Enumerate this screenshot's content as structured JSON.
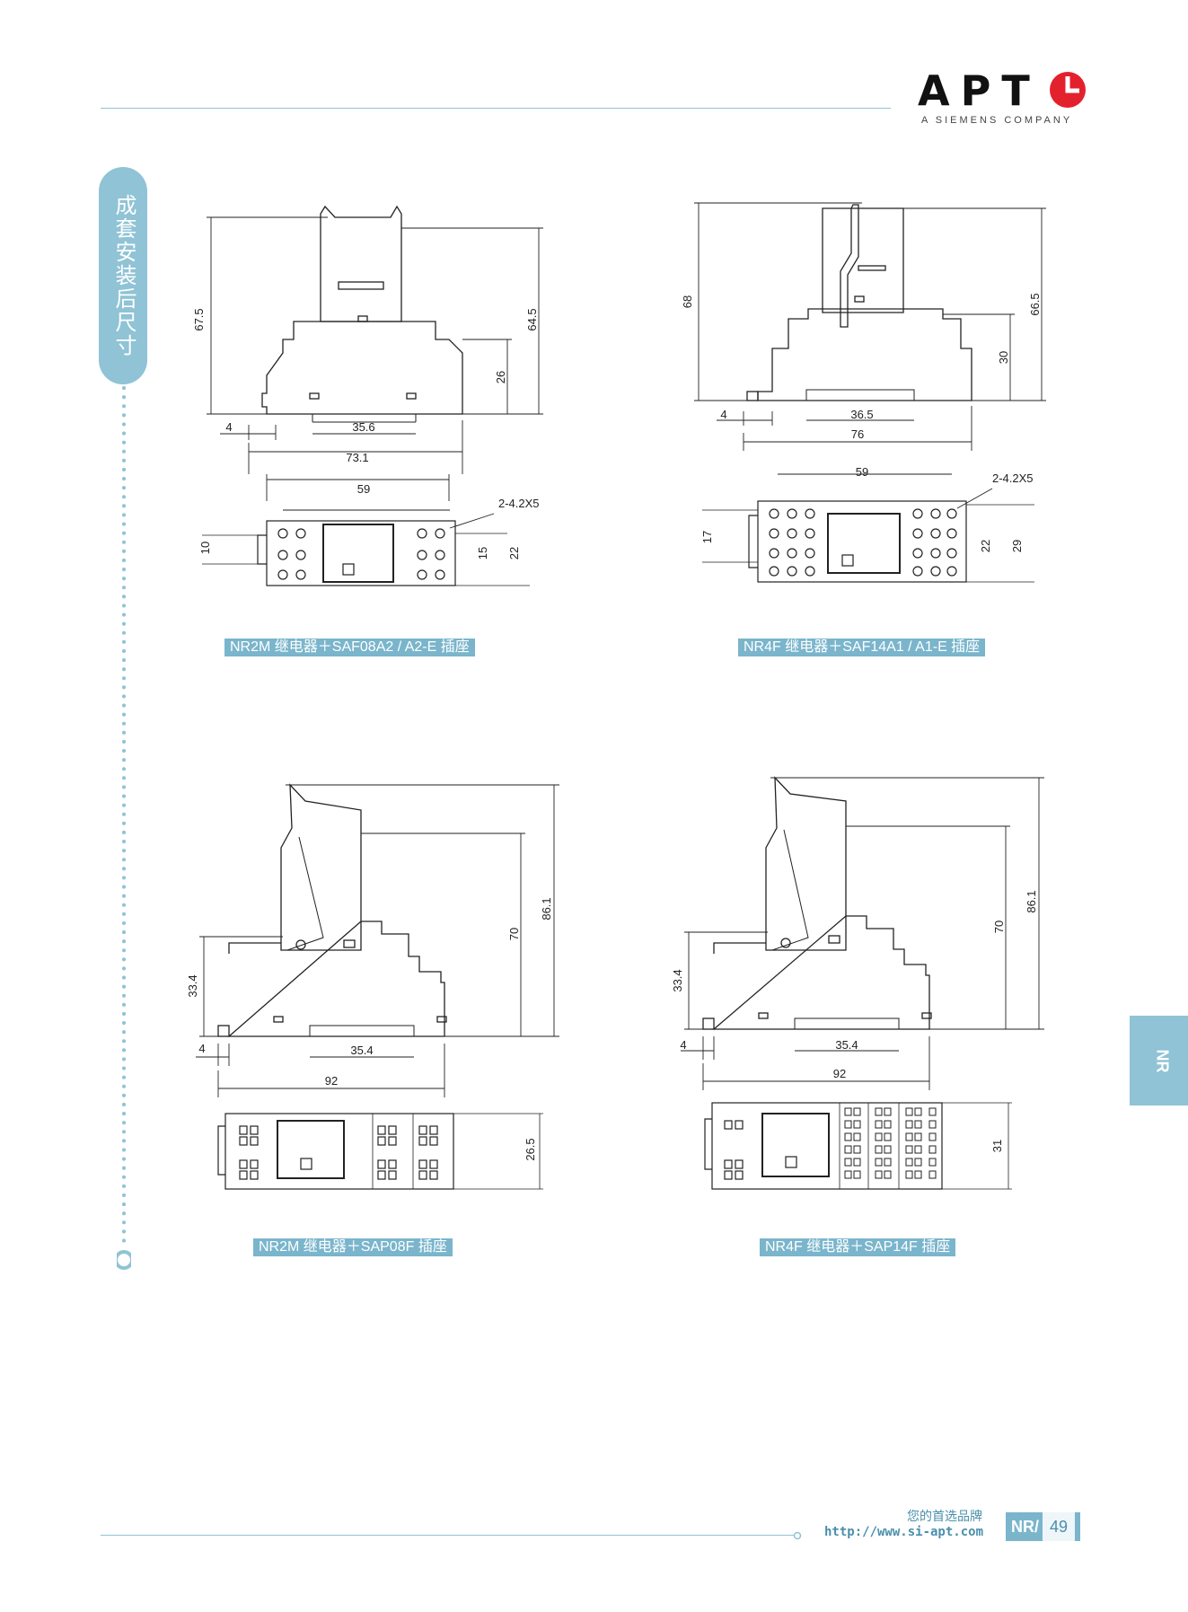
{
  "header": {
    "brand": "APT",
    "sub_brand": "A SIEMENS COMPANY",
    "accent_color": "#e3212d",
    "rule_color": "#8fc3d5"
  },
  "side_tab": {
    "label": "成套安装后尺寸"
  },
  "right_tab": {
    "label": "NR"
  },
  "figures": [
    {
      "caption": "NR2M 继电器＋SAF08A2 / A2-E 插座",
      "dims": [
        "67.5",
        "64.5",
        "26",
        "4",
        "35.6",
        "73.1",
        "59",
        "2-4.2X5",
        "10",
        "15",
        "22"
      ]
    },
    {
      "caption": "NR4F 继电器＋SAF14A1 / A1-E 插座",
      "dims": [
        "68",
        "66.5",
        "30",
        "4",
        "36.5",
        "76",
        "59",
        "2-4.2X5",
        "17",
        "22",
        "29"
      ]
    },
    {
      "caption": "NR2M 继电器＋SAP08F 插座",
      "dims": [
        "33.4",
        "70",
        "86.1",
        "4",
        "35.4",
        "92",
        "26.5"
      ]
    },
    {
      "caption": "NR4F 继电器＋SAP14F 插座",
      "dims": [
        "33.4",
        "70",
        "86.1",
        "4",
        "35.4",
        "92",
        "31"
      ]
    }
  ],
  "footer": {
    "slogan": "您的首选品牌",
    "url": "http://www.si-apt.com",
    "section": "NR",
    "separator": "/",
    "page": "49"
  }
}
